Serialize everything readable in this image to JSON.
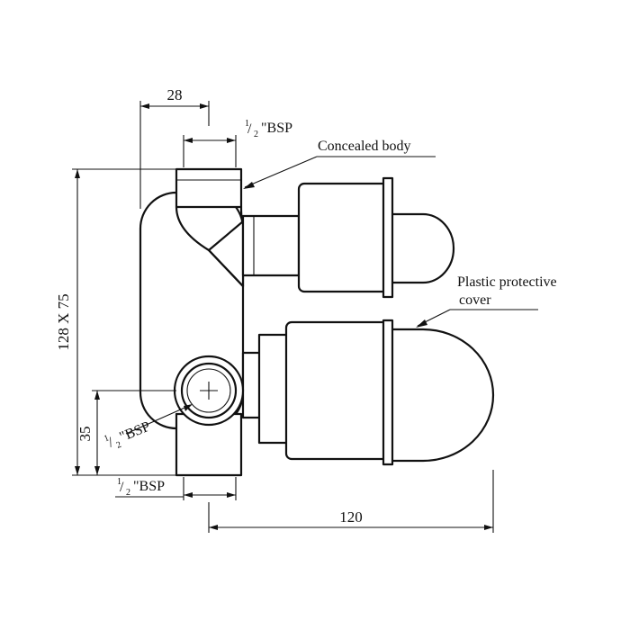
{
  "dimensions": {
    "top_width": "28",
    "height_label": "128 X 75",
    "lower_height": "35",
    "depth": "120"
  },
  "bsp": {
    "fraction_numerator": "1",
    "fraction_slash": "/",
    "fraction_denominator": "2",
    "unit": "\"BSP"
  },
  "labels": {
    "concealed_body": "Concealed body",
    "plastic_cover_line1": "Plastic protective",
    "plastic_cover_line2": "cover"
  },
  "colors": {
    "line": "#111111",
    "background": "#ffffff"
  }
}
